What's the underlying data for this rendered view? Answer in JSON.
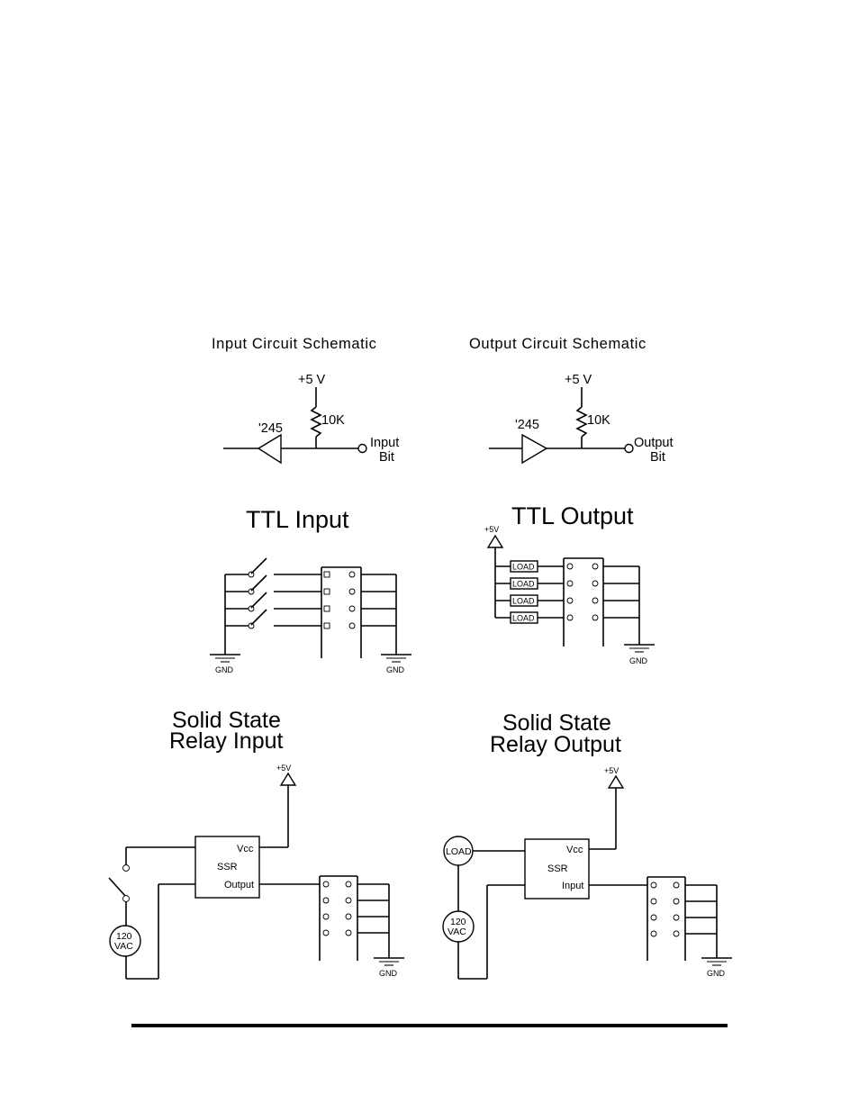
{
  "input_schematic": {
    "title": "Input Circuit Schematic",
    "supply": "+5 V",
    "resistor": "10K",
    "buffer": "'245",
    "bit_line1": "Input",
    "bit_line2": "Bit"
  },
  "output_schematic": {
    "title": "Output Circuit Schematic",
    "supply": "+5 V",
    "resistor": "10K",
    "buffer": "'245",
    "bit_line1": "Output",
    "bit_line2": "Bit"
  },
  "ttl_input": {
    "title": "TTL Input",
    "gnd_left": "GND",
    "gnd_right": "GND"
  },
  "ttl_output": {
    "title": "TTL Output",
    "supply": "+5V",
    "loads": [
      "LOAD",
      "LOAD",
      "LOAD",
      "LOAD"
    ],
    "gnd": "GND"
  },
  "ssr_input": {
    "title_line1": "Solid State",
    "title_line2": "Relay Input",
    "supply": "+5V",
    "vcc": "Vcc",
    "ssr": "SSR",
    "port": "Output",
    "ac_line1": "120",
    "ac_line2": "VAC",
    "gnd": "GND"
  },
  "ssr_output": {
    "title_line1": "Solid State",
    "title_line2": "Relay Output",
    "supply": "+5V",
    "vcc": "Vcc",
    "ssr": "SSR",
    "port": "Input",
    "load": "LOAD",
    "ac_line1": "120",
    "ac_line2": "VAC",
    "gnd": "GND"
  }
}
